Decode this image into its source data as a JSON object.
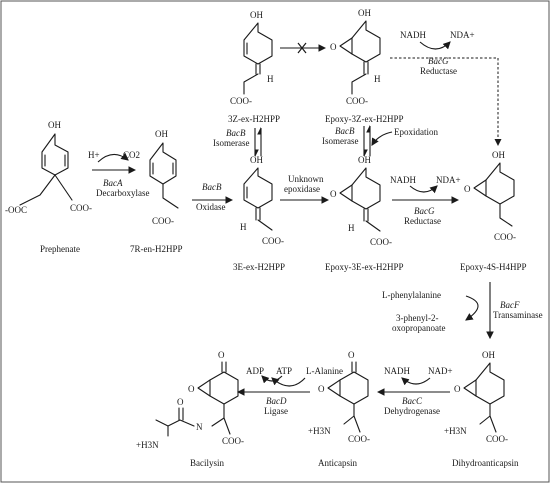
{
  "compounds": {
    "prephenate": "Prephenate",
    "seven_r": "7R-en-H2HPP",
    "three_e": "3E-ex-H2HPP",
    "three_z": "3Z-ex-H2HPP",
    "epoxy_3z": "Epoxy-3Z-ex-H2HPP",
    "epoxy_3e": "Epoxy-3E-ex-H2HPP",
    "epoxy_4s": "Epoxy-4S-H4HPP",
    "dihydroanticapsin": "Dihydroanticapsin",
    "anticapsin": "Anticapsin",
    "bacilysin": "Bacilysin"
  },
  "enzymes": {
    "bacA_name": "BacA",
    "bacA_role": "Decarboxylase",
    "bacB_oxidase_name": "BacB",
    "bacB_oxidase_role": "Oxidase",
    "bacB_iso1_name": "BacB",
    "bacB_iso1_role": "Isomerase",
    "bacB_iso2_name": "BacB",
    "bacB_iso2_role": "Isomerase",
    "bacG_top_name": "BacG",
    "bacG_top_role": "Reductase",
    "bacG_mid_name": "BacG",
    "bacG_mid_role": "Reductase",
    "bacF_name": "BacF",
    "bacF_role": "Transaminase",
    "bacC_name": "BacC",
    "bacC_role": "Dehydrogenase",
    "bacD_name": "BacD",
    "bacD_role": "Ligase"
  },
  "annotations": {
    "unknown_1": "Unknown",
    "unknown_2": "epoxidase",
    "epoxidation": "Epoxidation"
  },
  "cofactors": {
    "h_plus": "H+",
    "co2": "CO2",
    "nadh_top": "NADH",
    "nda_plus": "NDA+",
    "nadh_mid": "NADH",
    "nda_plus_mid": "NDA+",
    "l_phe": "L-phenylalanine",
    "phenylpyruvate_1": "3-phenyl-2-",
    "phenylpyruvate_2": "oxopropanoate",
    "nadh_bottom": "NADH",
    "nad_plus": "NAD+",
    "l_alanine": "L-Alanine",
    "atp": "ATP",
    "adp": "ADP"
  },
  "groups": {
    "oh": "OH",
    "coo_minus": "COO-",
    "ooc_minus": "-OOC",
    "o": "O",
    "h": "H",
    "h3n_plus": "+H3N",
    "n": "N"
  }
}
